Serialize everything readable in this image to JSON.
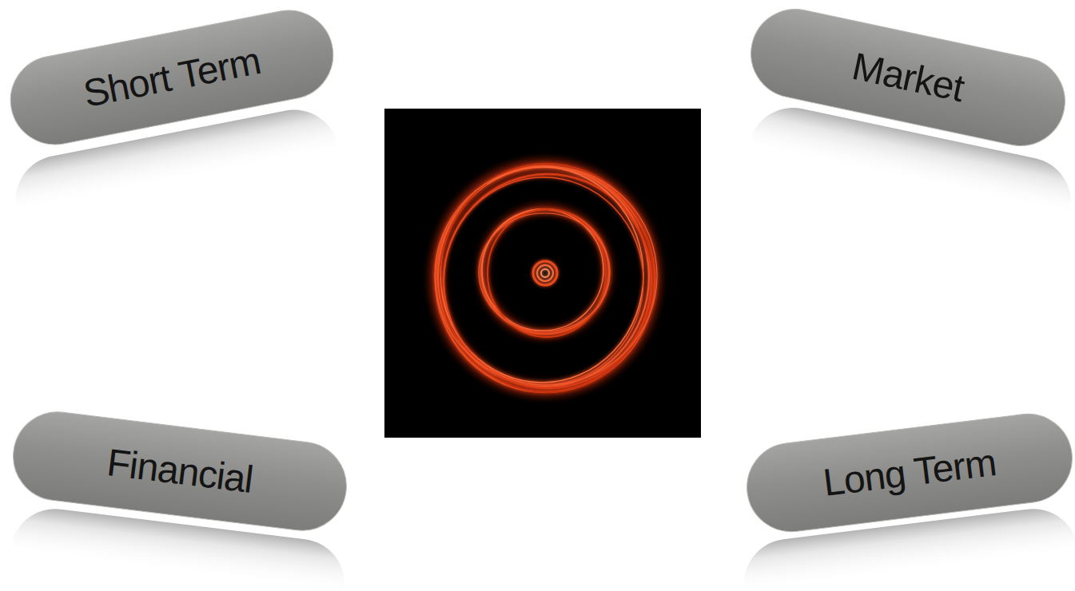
{
  "diagram": {
    "nodes": [
      {
        "text": [
          "Short Term"
        ]
      },
      {
        "text": [
          "Market"
        ]
      },
      {
        "text": [
          "Financial"
        ]
      },
      {
        "text": [
          "Long Term"
        ]
      }
    ]
  }
}
